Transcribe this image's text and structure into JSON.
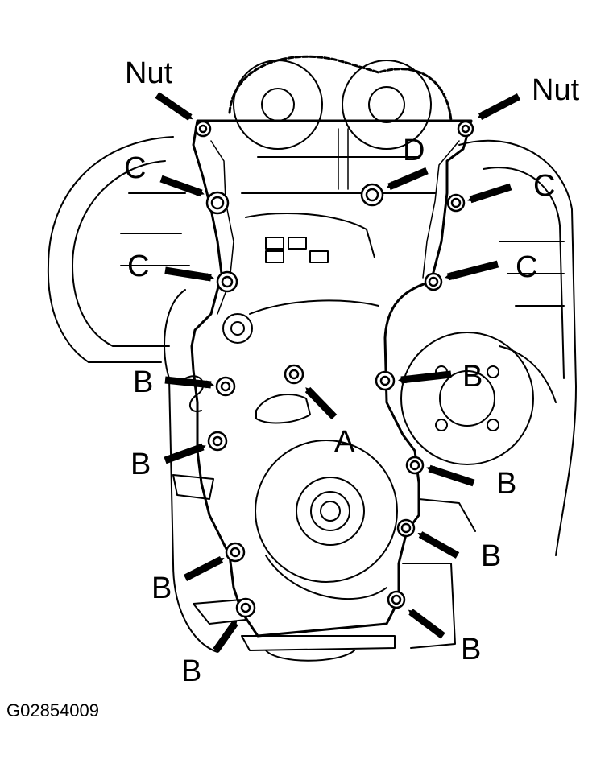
{
  "figure_code": "G02854009",
  "labels": {
    "nut_left": "Nut",
    "nut_right": "Nut",
    "d": "D",
    "c_left_upper": "C",
    "c_right_upper": "C",
    "c_left_lower": "C",
    "c_right_lower": "C",
    "a": "A",
    "b_left_1": "B",
    "b_left_2": "B",
    "b_left_3": "B",
    "b_left_4": "B",
    "b_right_1": "B",
    "b_right_2": "B",
    "b_right_3": "B",
    "b_right_4": "B"
  },
  "colors": {
    "ink": "#000000",
    "paper": "#ffffff"
  }
}
